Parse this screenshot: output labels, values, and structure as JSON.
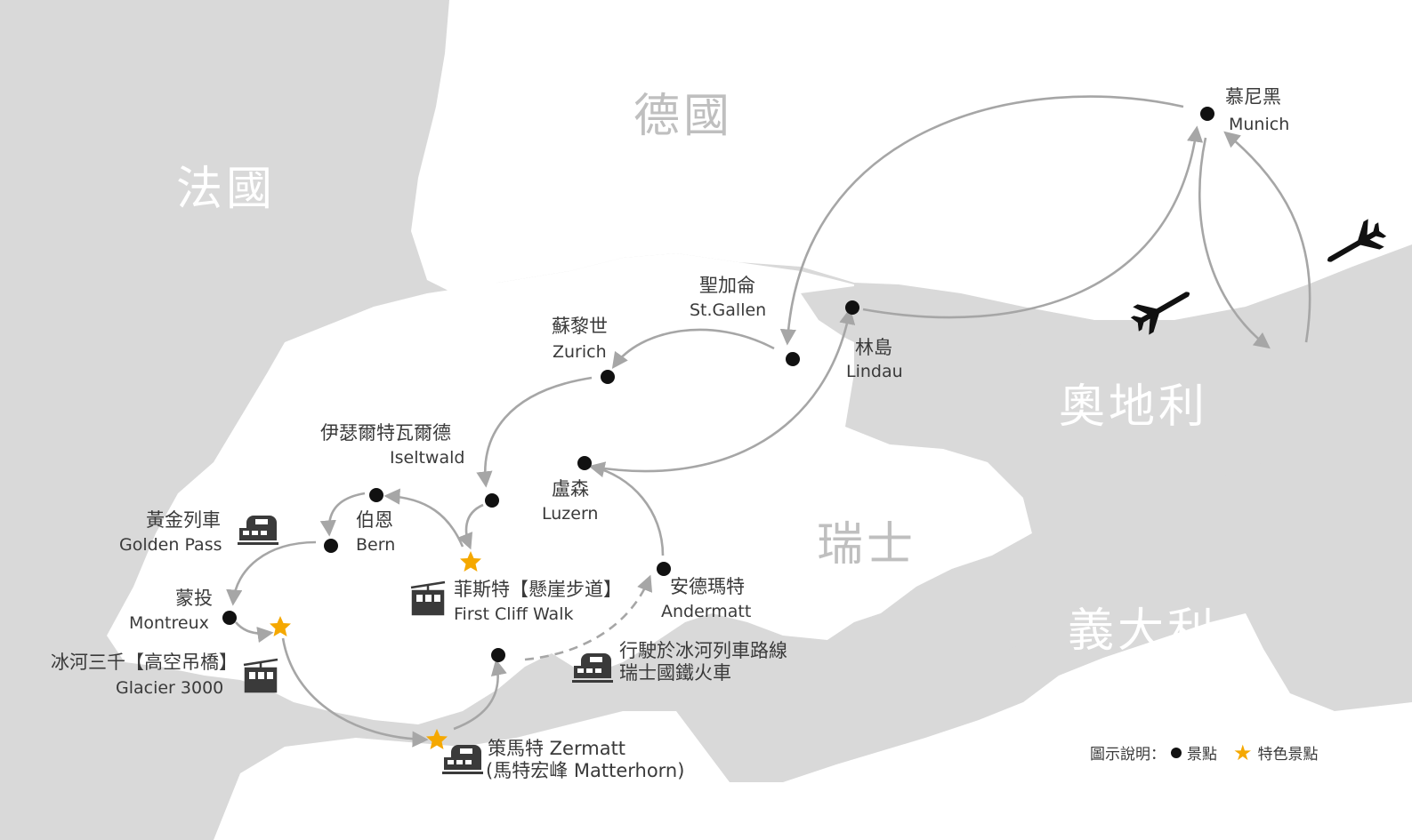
{
  "countries": {
    "germany": "德國",
    "france": "法國",
    "austria": "奧地利",
    "switzerland": "瑞士",
    "italy": "義大利"
  },
  "places": {
    "munich": {
      "zh": "慕尼黑",
      "en": "Munich"
    },
    "st_gallen": {
      "zh": "聖加侖",
      "en": "St.Gallen"
    },
    "lindau": {
      "zh": "林島",
      "en": "Lindau"
    },
    "zurich": {
      "zh": "蘇黎世",
      "en": "Zurich"
    },
    "iseltwald": {
      "zh": "伊瑟爾特瓦爾德",
      "en": "Iseltwald"
    },
    "luzern": {
      "zh": "盧森",
      "en": "Luzern"
    },
    "golden_pass": {
      "zh": "黃金列車",
      "en": "Golden Pass"
    },
    "bern": {
      "zh": "伯恩",
      "en": "Bern"
    },
    "first": {
      "zh": "菲斯特【懸崖步道】",
      "en": "First Cliff Walk"
    },
    "andermatt": {
      "zh": "安德瑪特",
      "en": "Andermatt"
    },
    "montreux": {
      "zh": "蒙投",
      "en": "Montreux"
    },
    "glacier": {
      "zh": "冰河三千【高空吊橋】",
      "en": "Glacier 3000"
    },
    "glacier_express": {
      "line1": "行駛於冰河列車路線",
      "line2": "瑞士國鐵火車"
    },
    "zermatt": {
      "line1": "策馬特 Zermatt",
      "line2": "(馬特宏峰 Matterhorn)"
    }
  },
  "legend": {
    "title": "圖示說明：",
    "spot": "景點",
    "featured": "特色景點"
  },
  "colors": {
    "land": "#ffffff",
    "neighbor": "#d9d9d9",
    "route": "#a6a6a6",
    "star": "#f5a800",
    "dot": "#111111"
  }
}
